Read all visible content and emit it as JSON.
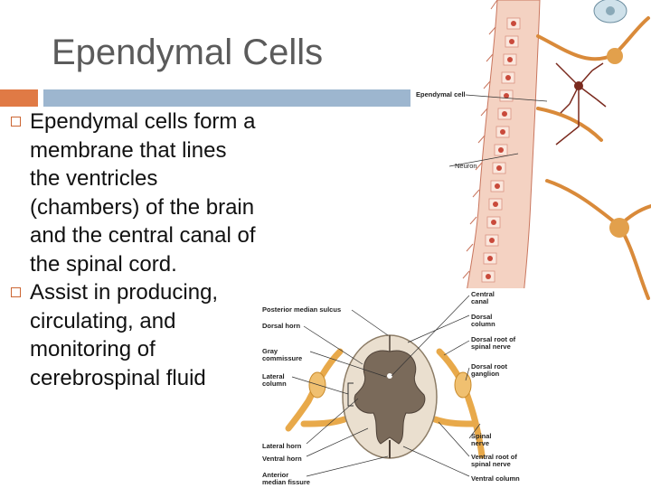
{
  "slide": {
    "title": "Ependymal Cells",
    "bullets": [
      "Ependymal cells form a membrane that lines the ventricles (chambers) of the brain and the central canal of the spinal cord.",
      "Assist in producing, circulating, and monitoring of cerebrospinal fluid"
    ]
  },
  "figure_top": {
    "labels": {
      "ependymal_cell": "Ependymal cell",
      "neuron": "Neuron"
    }
  },
  "figure_spinal": {
    "labels": {
      "posterior_median_sulcus": "Posterior median sulcus",
      "dorsal_horn": "Dorsal horn",
      "gray_commissure_1": "Gray",
      "gray_commissure_2": "commissure",
      "lateral_column_1": "Lateral",
      "lateral_column_2": "column",
      "lateral_horn": "Lateral horn",
      "ventral_horn": "Ventral horn",
      "anterior_median_fissure_1": "Anterior",
      "anterior_median_fissure_2": "median fissure",
      "central_canal_1": "Central",
      "central_canal_2": "canal",
      "dorsal_column_1": "Dorsal",
      "dorsal_column_2": "column",
      "dorsal_root_1": "Dorsal root of",
      "dorsal_root_2": "spinal nerve",
      "dorsal_root_ganglion_1": "Dorsal root",
      "dorsal_root_ganglion_2": "ganglion",
      "spinal_nerve_1": "Spinal",
      "spinal_nerve_2": "nerve",
      "ventral_root_1": "Ventral root of",
      "ventral_root_2": "spinal nerve",
      "ventral_column": "Ventral column"
    }
  },
  "colors": {
    "accent_orange": "#e07a45",
    "accent_blue": "#9db6cf",
    "title_gray": "#5b5b5b"
  }
}
